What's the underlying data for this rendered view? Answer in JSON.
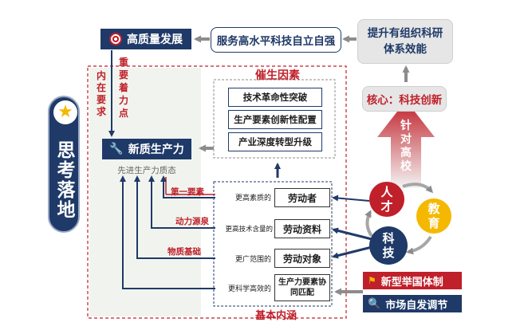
{
  "left_badge": {
    "title": "思考落地",
    "icon": "star-icon"
  },
  "top": {
    "high_quality": "高质量发展",
    "self_reliance": "服务高水平科技自立自强",
    "system_efficiency": "提升有组织科研体系效能"
  },
  "core": "核心：科技创新",
  "vertical_labels": {
    "inner_requirement": "内在要求",
    "focus": "重要着力点",
    "target": "针对高校"
  },
  "catalyst": {
    "title": "催生因素",
    "items": [
      "技术革命性突破",
      "生产要素创新性配置",
      "产业深度转型升级"
    ]
  },
  "productivity": {
    "title": "新质生产力",
    "subtitle": "先进生产力质态"
  },
  "connotation": {
    "title": "基本内涵",
    "rows": [
      {
        "side_label": "第一要素",
        "prefix": "更高素质的",
        "term": "劳动者"
      },
      {
        "side_label": "动力源泉",
        "prefix": "更高技术含量的",
        "term": "劳动资料"
      },
      {
        "side_label": "物质基础",
        "prefix": "更广范围的",
        "term": "劳动对象"
      },
      {
        "side_label": "",
        "prefix": "更科学高效的",
        "term": "生产力要素协同匹配"
      }
    ]
  },
  "cycle": {
    "talent": "人才",
    "technology": "科技",
    "education": "教育"
  },
  "mechanisms": {
    "new_system": "新型举国体制",
    "market": "市场自发调节"
  },
  "colors": {
    "navy": "#1f3a68",
    "red": "#c0202a",
    "talent": "#c0202a",
    "technology": "#1f3a68",
    "education": "#f5b800"
  }
}
